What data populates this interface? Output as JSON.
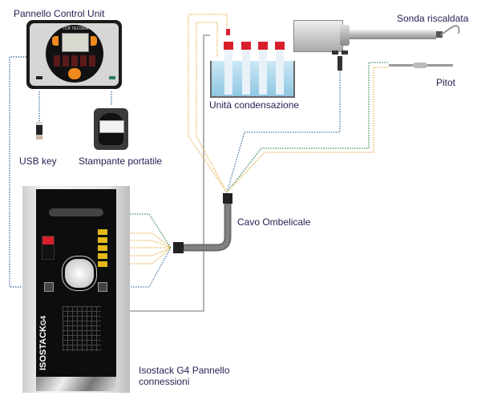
{
  "diagram": {
    "labels": {
      "control_unit": "Pannello Control Unit",
      "usb_key": "USB key",
      "printer": "Stampante portatile",
      "condenser": "Unità condensazione",
      "heated_probe": "Sonda riscaldata",
      "pitot": "Pitot",
      "umbilical": "Cavo Ombelicale",
      "panel_line1": "Isostack G4 Pannello",
      "panel_line2": "connessioni"
    },
    "device_text": {
      "brand": "TCR TECORA",
      "isostack": "ISOSTACK",
      "g4": "G4"
    },
    "colors": {
      "wire_orange": "#e8b250",
      "wire_blue": "#4a78a8",
      "wire_green": "#3f8a5e",
      "wire_gray": "#9a9a9a",
      "label_text": "#2a1c52",
      "accent_red": "#d8202a",
      "accent_orange": "#f08a1c"
    }
  }
}
